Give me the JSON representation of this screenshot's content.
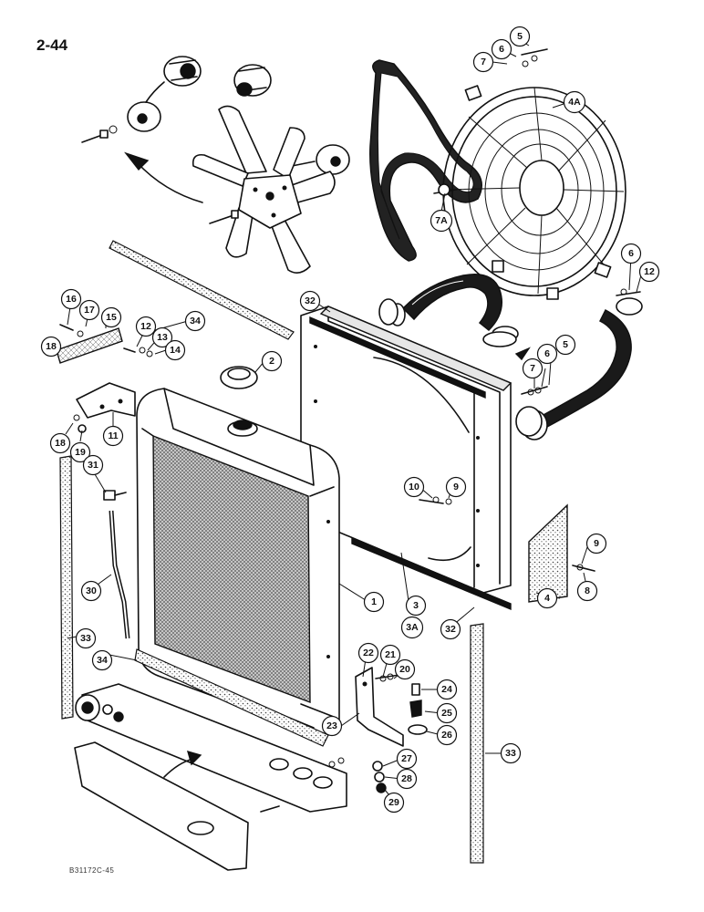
{
  "page": {
    "number": "2-44",
    "doc_code": "B31172C-45"
  },
  "callouts": [
    {
      "label": "5"
    },
    {
      "label": "6"
    },
    {
      "label": "7"
    },
    {
      "label": "4A"
    },
    {
      "label": "7A"
    },
    {
      "label": "6"
    },
    {
      "label": "12"
    },
    {
      "label": "32"
    },
    {
      "label": "34"
    },
    {
      "label": "16"
    },
    {
      "label": "17"
    },
    {
      "label": "15"
    },
    {
      "label": "18"
    },
    {
      "label": "12"
    },
    {
      "label": "13"
    },
    {
      "label": "14"
    },
    {
      "label": "2"
    },
    {
      "label": "7"
    },
    {
      "label": "6"
    },
    {
      "label": "5"
    },
    {
      "label": "18"
    },
    {
      "label": "19"
    },
    {
      "label": "11"
    },
    {
      "label": "31"
    },
    {
      "label": "10"
    },
    {
      "label": "9"
    },
    {
      "label": "9"
    },
    {
      "label": "30"
    },
    {
      "label": "1"
    },
    {
      "label": "3"
    },
    {
      "label": "3A"
    },
    {
      "label": "32"
    },
    {
      "label": "4"
    },
    {
      "label": "8"
    },
    {
      "label": "33"
    },
    {
      "label": "34"
    },
    {
      "label": "22"
    },
    {
      "label": "21"
    },
    {
      "label": "20"
    },
    {
      "label": "24"
    },
    {
      "label": "25"
    },
    {
      "label": "26"
    },
    {
      "label": "23"
    },
    {
      "label": "27"
    },
    {
      "label": "28"
    },
    {
      "label": "29"
    },
    {
      "label": "33"
    }
  ]
}
